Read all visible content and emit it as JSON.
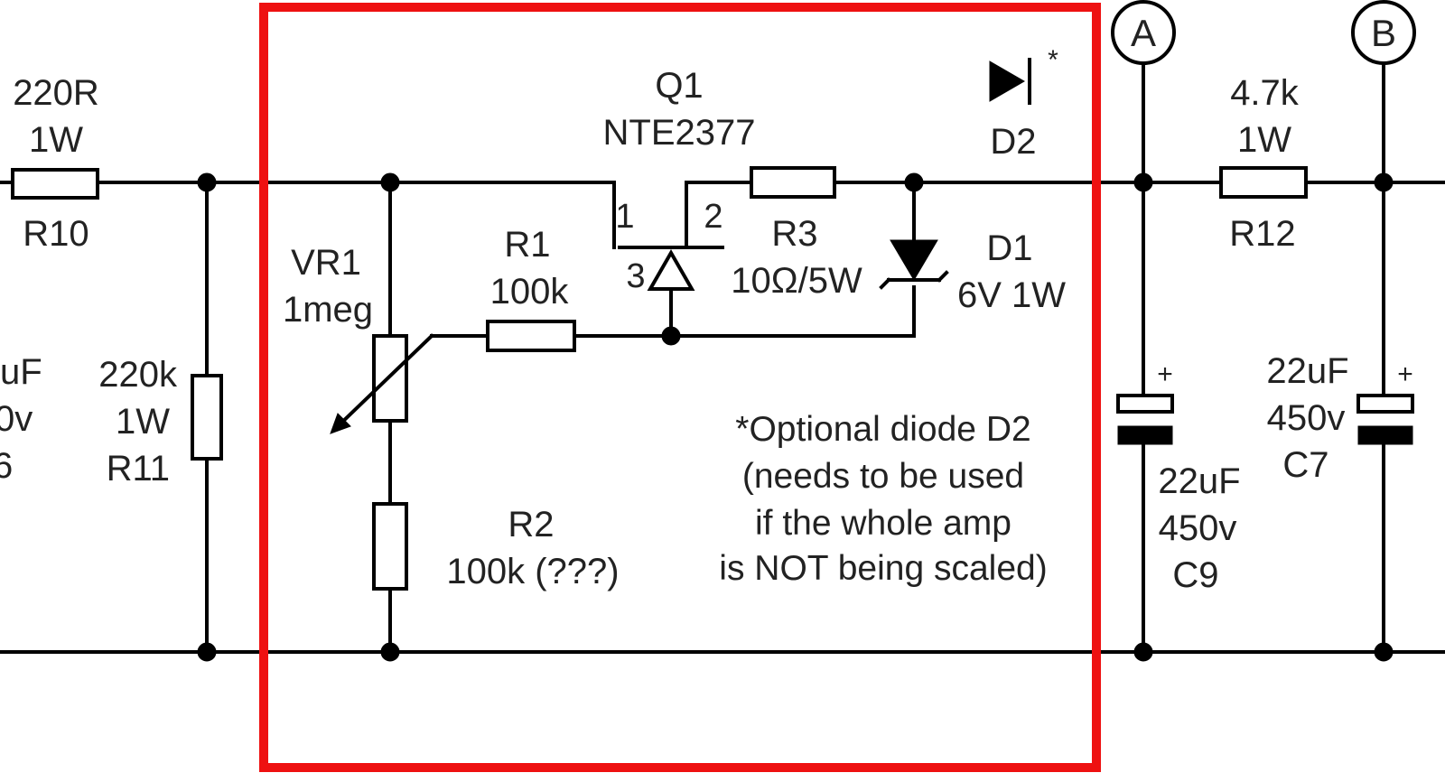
{
  "colors": {
    "wire": "#000000",
    "highlight": "#ee1111",
    "text": "#222222",
    "background": "#ffffff"
  },
  "labels": {
    "r10_value": "220R",
    "r10_power": "1W",
    "r10_name": "R10",
    "c6_value": "uF",
    "c6_voltage": "0v",
    "c6_name": "6",
    "r11_value": "220k",
    "r11_power": "1W",
    "r11_name": "R11",
    "vr1_name": "VR1",
    "vr1_value": "1meg",
    "r1_name": "R1",
    "r1_value": "100k",
    "q1_name": "Q1",
    "q1_part": "NTE2377",
    "q1_pin1": "1",
    "q1_pin2": "2",
    "q1_pin3": "3",
    "r3_name": "R3",
    "r3_value": "10Ω/5W",
    "d2_name": "D2",
    "d2_asterisk": "*",
    "d1_name": "D1",
    "d1_value": "6V 1W",
    "r2_name": "R2",
    "r2_value": "100k (???)",
    "note_line1": "*Optional diode D2",
    "note_line2": "(needs to be used",
    "note_line3": "if the whole amp",
    "note_line4": "is NOT being scaled)",
    "node_a": "A",
    "node_b": "B",
    "c9_plus": "+",
    "c9_value": "22uF",
    "c9_voltage": "450v",
    "c9_name": "C9",
    "r12_value": "4.7k",
    "r12_power": "1W",
    "r12_name": "R12",
    "c7_plus": "+",
    "c7_value": "22uF",
    "c7_voltage": "450v",
    "c7_name": "C7"
  }
}
